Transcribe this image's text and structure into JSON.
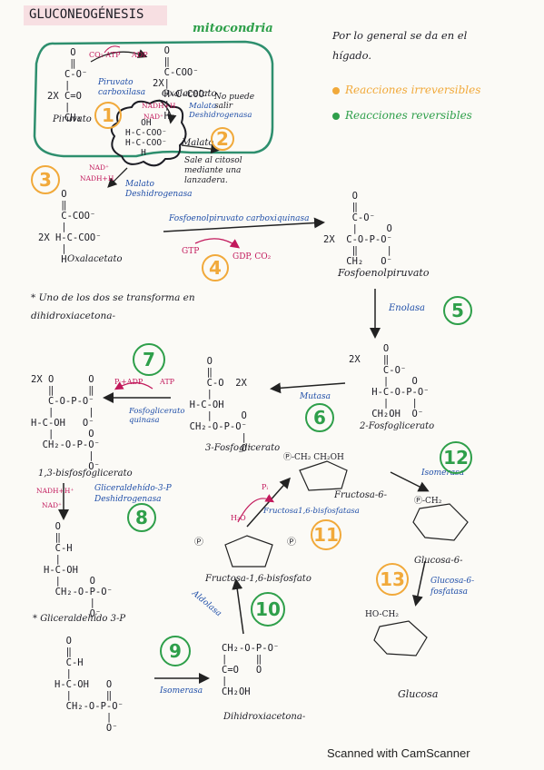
{
  "title": "GLUCONEOGÉNESIS",
  "compartment_label": "mitocondria",
  "notes": {
    "general": "Por lo general se da en el hígado.",
    "legend_irreversible": "Reacciones irreversibles",
    "legend_reversible": "Reacciones reversibles",
    "dhap_note": "* Uno de los dos se transforma en dihidroxiacetona-",
    "no_sale": "No puede salir",
    "sale": "Sale al citosol mediante una lanzadera."
  },
  "structures": {
    "pyruvate": "    O\n    ‖\n   C-O⁻\n   |\n2X C=O\n   |\n   CH₃",
    "oxaloacetate_mito": "  O\n  ‖\n  C-COO⁻\n2X|\n  H-C-COO⁻\n  |\n  H",
    "malate": "   OH\nH-C-COO⁻\nH-C-COO⁻\n   H",
    "oxaloacetate_cyto": "    O\n    ‖\n    C-COO⁻\n    |\n2X H-C-COO⁻\n    |\n    H",
    "pep": "     O\n     ‖\n     C-O⁻\n     |     O\n2X  C-O-P-O⁻\n     ‖     |\n    CH₂   O⁻",
    "pg2": "      O\n2X    ‖\n      C-O⁻\n      |    O\n    H-C-O-P-O⁻\n      |    |\n    CH₂OH  O⁻",
    "pg3": "     O\n     ‖\n     C-O  2X\n     |\n  H-C-OH\n     |     O\n  CH₂-O-P-O⁻\n           |\n           O⁻",
    "bpg": "2X O      O\n   ‖      ‖\n   C-O-P-O⁻\n   |      |\nH-C-OH   O⁻\n   |      O\n  CH₂-O-P-O⁻\n          |\n          O⁻",
    "g3p_a": "  O\n  ‖\n  C-H\n  |\nH-C-OH\n  |     O\n  CH₂-O-P-O⁻\n        |\n        O⁻",
    "g3p_b": "  O\n  ‖\n  C-H\n  |\nH-C-OH   O\n  |      ‖\n  CH₂-O-P-O⁻\n         |\n         O⁻",
    "dhap": "CH₂-O-P-O⁻\n|     ‖\nC=O   O\n|\nCH₂OH"
  },
  "labels": {
    "pyruvate": "Piruvato",
    "oxaloacetate": "Oxalacetato",
    "malate": "Malato",
    "pep": "Fosfoenolpiruvato",
    "pg2": "2-Fosfoglicerato",
    "pg3": "3-Fosfoglicerato",
    "bpg": "1,3-bisfosfoglicerato",
    "g3p": "Gliceraldehído 3-P",
    "dhap": "Dihidroxiacetona-",
    "f16bp": "Fructosa-1,6-bisfosfato",
    "f6p": "Fructosa-6-",
    "g6p": "Glucosa-6-",
    "glucose": "Glucosa"
  },
  "enzymes": {
    "pyruvate_carboxylase": "Piruvato carboxilasa",
    "malate_dh_mito": "Malato Deshidrogenasa",
    "malate_dh_cyto": "Malato Deshidrogenasa",
    "pepck": "Fosfoenolpiruvato carboxiquinasa",
    "enolase": "Enolasa",
    "mutase": "Mutasa",
    "pgk": "Fosfoglicerato quinasa",
    "gapdh": "Gliceraldehído-3-P Deshidrogenasa",
    "aldolase": "Aldolasa",
    "tpi": "Isomerasa",
    "fbpase": "Fructosa1,6-bisfosfatasa",
    "pgi": "Isomerasa",
    "g6pase": "Glucosa-6-fosfatasa"
  },
  "cofactors": {
    "step1": "CO₂ ATP",
    "step1_out": "ADP",
    "step2": "NADH+H",
    "step2_out": "NAD⁺",
    "step3_in": "NAD⁺",
    "step3_out": "NADH+H",
    "step4_in": "GTP",
    "step4_out": "GDP, CO₂",
    "step7_in": "Pᵢ+ADP",
    "step7_out": "ATP",
    "step8_in": "NADH+H⁺",
    "step8_out": "NAD⁺",
    "step11_in": "H₂O",
    "step11_out": "Pᵢ"
  },
  "step_numbers": [
    "1",
    "2",
    "3",
    "4",
    "5",
    "6",
    "7",
    "8",
    "9",
    "10",
    "11",
    "12",
    "13"
  ],
  "footer": "Scanned with CamScanner",
  "colors": {
    "irreversible": "#f1a93a",
    "reversible": "#2e9f4a",
    "enzyme": "#1f4ea8",
    "cofactor": "#c2185b",
    "mito_border": "#2e8f6e"
  }
}
